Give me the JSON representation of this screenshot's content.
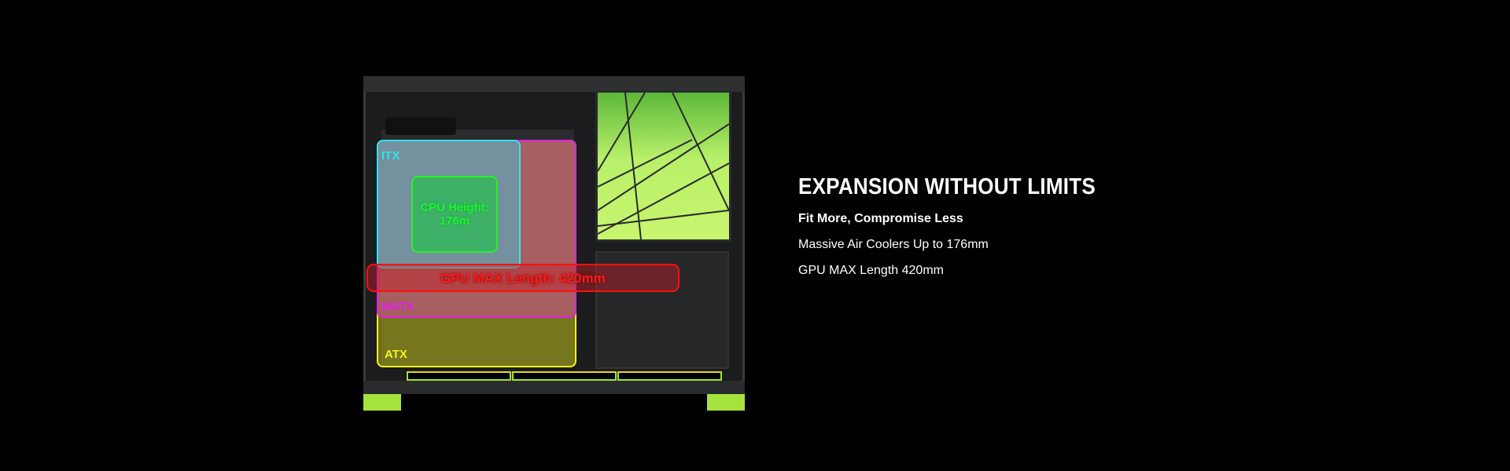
{
  "product_image": {
    "labels": {
      "itx": "ITX",
      "matx": "MATX",
      "atx": "ATX",
      "cpu_height": "CPU Height:",
      "cpu_value": "176m",
      "gpu": "GPU MAX Length: 420mm"
    },
    "colors": {
      "itx": "#2ee6f0",
      "matx": "#e21ee8",
      "atx": "#f3f31a",
      "cpu": "#28f028",
      "gpu": "#ff1010",
      "accent": "#a6e23c"
    }
  },
  "content": {
    "heading": "EXPANSION WITHOUT LIMITS",
    "subheading": "Fit More, Compromise Less",
    "features": [
      "Massive Air Coolers Up to 176mm",
      "GPU MAX Length 420mm"
    ]
  }
}
